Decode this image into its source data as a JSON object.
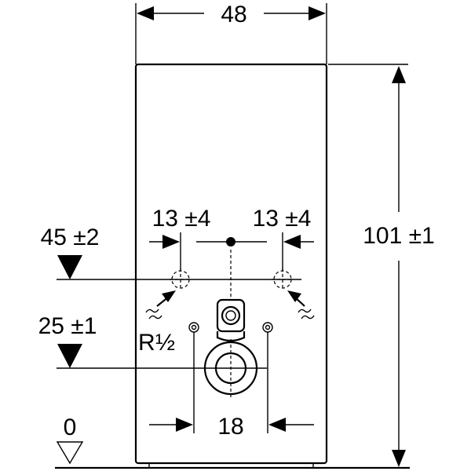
{
  "dimensions": {
    "width": "48",
    "height": "101 ±1",
    "offset_left": "13 ±4",
    "offset_right": "13 ±4",
    "upper_level": "45 ±2",
    "lower_level": "25 ±1",
    "floor_level": "0",
    "pipe_spacing": "18"
  },
  "thread": {
    "prefix": "R",
    "fraction": "½"
  }
}
